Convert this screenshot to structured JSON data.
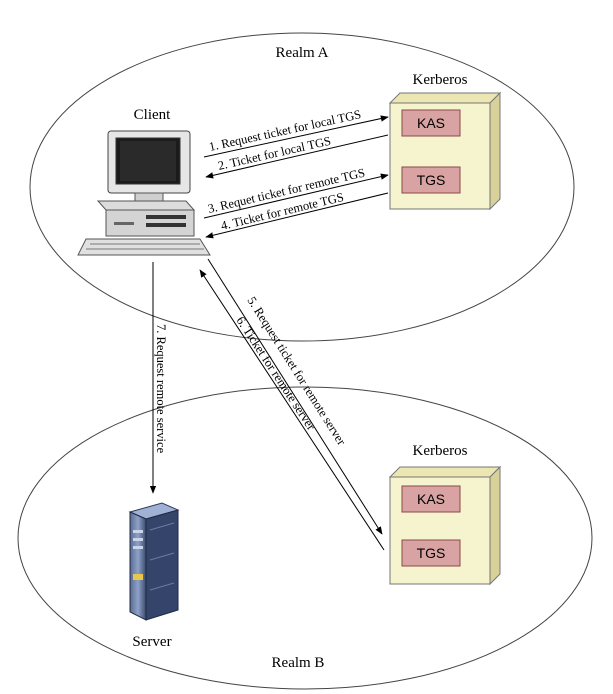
{
  "realm_a": {
    "label": "Realm A"
  },
  "realm_b": {
    "label": "Realm B"
  },
  "client": {
    "label": "Client"
  },
  "server": {
    "label": "Server"
  },
  "kerberos_a": {
    "label": "Kerberos",
    "kas": "KAS",
    "tgs": "TGS"
  },
  "kerberos_b": {
    "label": "Kerberos",
    "kas": "KAS",
    "tgs": "TGS"
  },
  "arrows": {
    "a1": "1. Request ticket for local TGS",
    "a2": "2. Ticket for local TGS",
    "a3": "3. Requet ticket for remote TGS",
    "a4": "4. Ticket for remote TGS",
    "a5": "5. Request ticket for remote server",
    "a6": "6. Ticket for remote server",
    "a7": "7. Request remote service"
  },
  "colors": {
    "kerberos_fill": "#f6f3cf",
    "kerberos_side": "#d8d29a",
    "box_fill": "#d9a3a3",
    "box_stroke": "#8a4a4a"
  }
}
